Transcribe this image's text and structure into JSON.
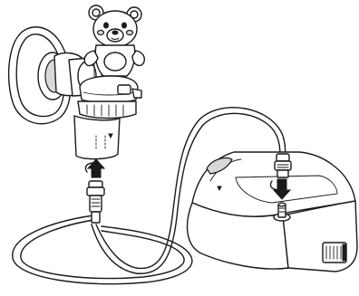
{
  "figure": {
    "parts": [
      {
        "id": "face-mask",
        "icon": "mask-icon"
      },
      {
        "id": "bear-nebulizer-cup",
        "icon": "bear-icon"
      },
      {
        "id": "medication-chamber",
        "icon": "chamber-icon"
      },
      {
        "id": "air-tube",
        "icon": "tube-icon"
      },
      {
        "id": "tube-connector-top",
        "icon": "connector-icon"
      },
      {
        "id": "tube-connector-bottom",
        "icon": "connector-icon"
      },
      {
        "id": "compressor-unit",
        "icon": "compressor-icon"
      },
      {
        "id": "air-outlet",
        "icon": "outlet-icon"
      }
    ],
    "arrows": [
      {
        "id": "insert-arrow-chamber",
        "direction": "up",
        "icon": "arrow-up-icon"
      },
      {
        "id": "insert-arrow-compressor",
        "direction": "down",
        "icon": "arrow-down-icon"
      }
    ],
    "colors": {
      "line": "#1a1a1a",
      "fill": "#ffffff",
      "shade": "#d9d9d9"
    }
  }
}
